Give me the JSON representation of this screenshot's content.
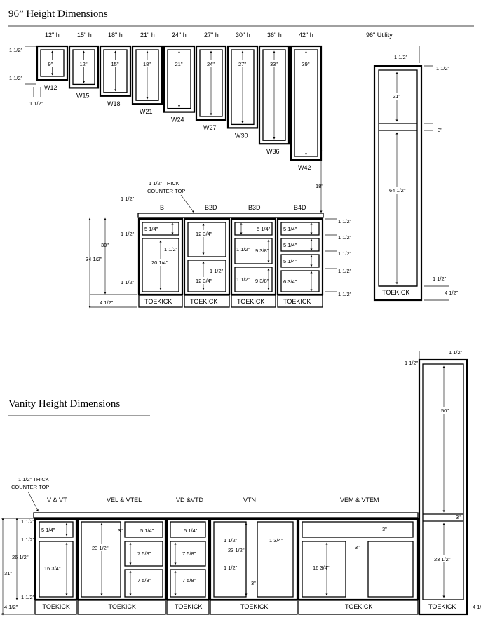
{
  "section1": {
    "title": "96” Height Dimensions",
    "utility_label": "96\" Utility"
  },
  "wall_cabinets": [
    {
      "height_label": "12\" h",
      "code": "W12",
      "inner": "9\""
    },
    {
      "height_label": "15\" h",
      "code": "W15",
      "inner": "12\""
    },
    {
      "height_label": "18\" h",
      "code": "W18",
      "inner": "15\""
    },
    {
      "height_label": "21\" h",
      "code": "W21",
      "inner": "18\""
    },
    {
      "height_label": "24\" h",
      "code": "W24",
      "inner": "21\""
    },
    {
      "height_label": "27\" h",
      "code": "W27",
      "inner": "24\""
    },
    {
      "height_label": "30\" h",
      "code": "W30",
      "inner": "27\""
    },
    {
      "height_label": "36\" h",
      "code": "W36",
      "inner": "33\""
    },
    {
      "height_label": "42\" h",
      "code": "W42",
      "inner": "39\""
    }
  ],
  "wall_dims": {
    "top": "1 1/2\"",
    "bottom": "1 1/2\"",
    "side": "1 1/2\"",
    "gap": "18\""
  },
  "base": {
    "counter_note": "1 1/2\" THICK\nCOUNTER TOP",
    "counter_dim": "1 1/2\"",
    "labels": [
      "B",
      "B2D",
      "B3D",
      "B4D"
    ],
    "toekick": "TOEKICK",
    "overall": "34 1/2\"",
    "box_height": "30\"",
    "toe_height": "4 1/2\"",
    "rail": "1 1/2\"",
    "b": {
      "drawer": "5 1/4\"",
      "door": "20 1/4\"",
      "rail": "1 1/2\""
    },
    "b2d": {
      "top": "12 3/4\"",
      "bottom": "12 3/4\"",
      "rail": "1 1/2\""
    },
    "b3d": {
      "top": "5 1/4\"",
      "mid": "9 3/8\"",
      "bot": "9 3/8\"",
      "rail": "1 1/2\""
    },
    "b4d": {
      "d1": "5 1/4\"",
      "d2": "5 1/4\"",
      "d3": "5 1/4\"",
      "d4": "6 3/4\""
    },
    "right_rails": [
      "1 1/2\"",
      "1 1/2\"",
      "1 1/2\"",
      "1 1/2\"",
      "1 1/2\""
    ]
  },
  "utility": {
    "top": "1 1/2\"",
    "rail_top": "1 1/2\"",
    "upper": "21\"",
    "mid": "3\"",
    "lower": "64 1/2\"",
    "bottom": "1 1/2\"",
    "toe": "4 1/2\"",
    "toekick": "TOEKICK"
  },
  "section2": {
    "title": "Vanity Height Dimensions"
  },
  "vanity": {
    "counter_note": "1 1/2\" THICK\nCOUNTER TOP",
    "labels": [
      "V & VT",
      "VEL & VTEL",
      "VD &VTD",
      "VTN",
      "VEM & VTEM"
    ],
    "toekick": "TOEKICK",
    "overall": "31\"",
    "box_height": "26 1/2\"",
    "toe": "4 1/2\"",
    "top_rail": "1 1/2\"",
    "mid_rail": "1 1/2\"",
    "bot_rail": "1 1/2\"",
    "v": {
      "drawer": "5 1/4\"",
      "door": "16 3/4\""
    },
    "vel": {
      "left": "23 1/2\"",
      "gap": "3\"",
      "d1": "5 1/4\"",
      "d2": "7 5/8\"",
      "d3": "7 5/8\""
    },
    "vd": {
      "d1": "5 1/4\"",
      "d2": "7 5/8\"",
      "d3": "7 5/8\""
    },
    "vtn": {
      "r1": "1 1/2\"",
      "left": "23 1/2\"",
      "r2": "1 1/2\"",
      "top": "1 3/4\"",
      "bot": "3\""
    },
    "vem": {
      "gap": "3\"",
      "left": "16 3/4\"",
      "mid": "3\""
    }
  },
  "linen": {
    "top": "1 1/2\"",
    "side": "1 1/2\"",
    "upper": "50\"",
    "mid": "3\"",
    "lower": "23 1/2\"",
    "toe": "4 1/",
    "toekick": "TOEKICK"
  }
}
